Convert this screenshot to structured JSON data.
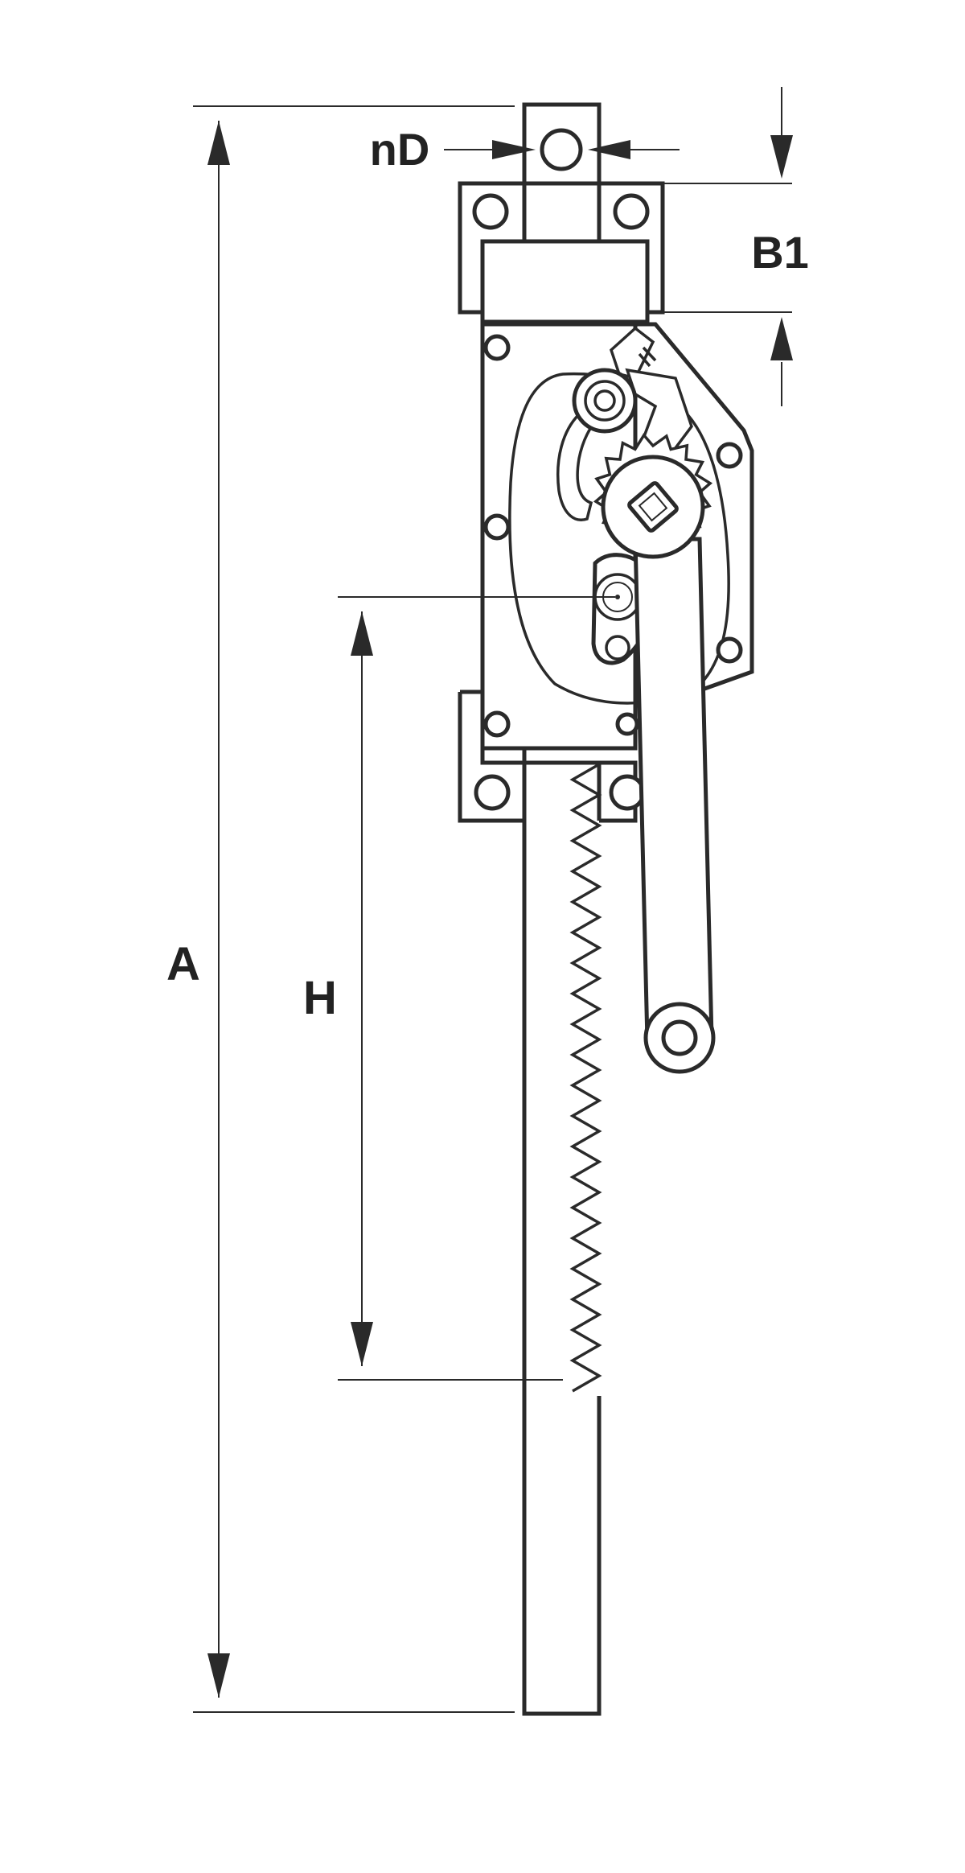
{
  "diagram": {
    "labels": {
      "overall_height": "A",
      "lift_travel": "H",
      "bracket_height": "B1",
      "bolt_holes": "nD"
    },
    "colors": {
      "line": "#2a2a2a",
      "background": "#ffffff",
      "shade": "#e9e9e9"
    }
  }
}
